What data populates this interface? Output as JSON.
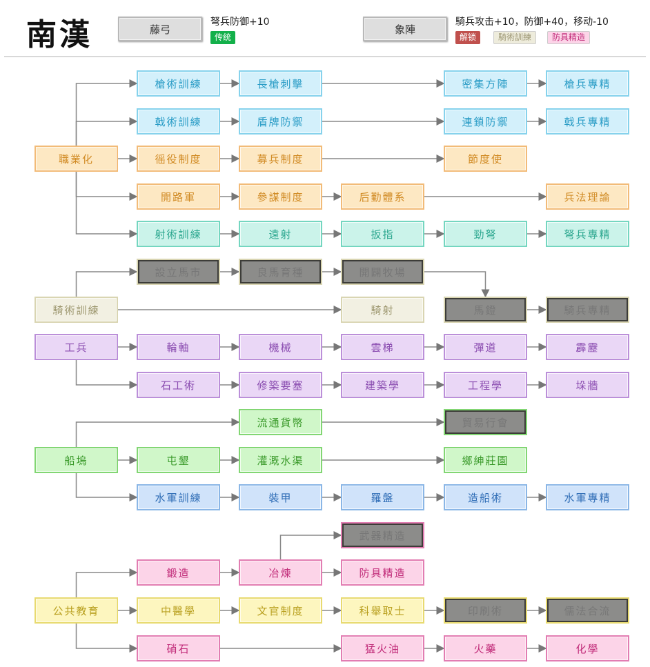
{
  "header": {
    "faction": "南漢",
    "policy1": {
      "label": "藤弓",
      "effect": "弩兵防御+10",
      "tag": "传统"
    },
    "policy2": {
      "label": "象陣",
      "effect": "騎兵攻击+10，防御+40，移动-10",
      "tag": "解锁",
      "req1": "騎術訓練",
      "req2": "防具精造"
    }
  },
  "colors": {
    "blue": {
      "bg": "#d3f0fb",
      "border": "#86d2ec",
      "text": "#2a9cc6"
    },
    "orange": {
      "bg": "#fde8c3",
      "border": "#f2bb78",
      "text": "#d18b25"
    },
    "teal": {
      "bg": "#cbf3ea",
      "border": "#74d6c0",
      "text": "#2aa68e"
    },
    "beige": {
      "bg": "#f2f0e2",
      "border": "#d9d5b2",
      "text": "#9e9870"
    },
    "purple": {
      "bg": "#ead7f6",
      "border": "#bb8fd9",
      "text": "#8a4cb0"
    },
    "green": {
      "bg": "#d0f7c9",
      "border": "#82d673",
      "text": "#3a9a2a"
    },
    "lightblue": {
      "bg": "#d0e3fa",
      "border": "#8ab6e6",
      "text": "#2f6db6"
    },
    "pink": {
      "bg": "#fcd4e8",
      "border": "#e27db2",
      "text": "#c02a78"
    },
    "yellow": {
      "bg": "#fdf6bf",
      "border": "#e8da70",
      "text": "#b9a020"
    }
  },
  "nodes": [
    {
      "label": "槍術訓練",
      "cat": "blue"
    },
    {
      "label": "長槍刺擊",
      "cat": "blue"
    },
    {
      "label": "密集方陣",
      "cat": "blue"
    },
    {
      "label": "槍兵專精",
      "cat": "blue"
    },
    {
      "label": "戟術訓練",
      "cat": "blue"
    },
    {
      "label": "盾牌防禦",
      "cat": "blue"
    },
    {
      "label": "連鎖防禦",
      "cat": "blue"
    },
    {
      "label": "戟兵專精",
      "cat": "blue"
    },
    {
      "label": "職業化",
      "cat": "orange"
    },
    {
      "label": "徭役制度",
      "cat": "orange"
    },
    {
      "label": "募兵制度",
      "cat": "orange"
    },
    {
      "label": "節度使",
      "cat": "orange"
    },
    {
      "label": "開路軍",
      "cat": "orange"
    },
    {
      "label": "參謀制度",
      "cat": "orange"
    },
    {
      "label": "后勤體系",
      "cat": "orange"
    },
    {
      "label": "兵法理論",
      "cat": "orange"
    },
    {
      "label": "射術訓練",
      "cat": "teal"
    },
    {
      "label": "遠射",
      "cat": "teal"
    },
    {
      "label": "扳指",
      "cat": "teal"
    },
    {
      "label": "勁弩",
      "cat": "teal"
    },
    {
      "label": "弩兵專精",
      "cat": "teal"
    },
    {
      "label": "設立馬市",
      "cat": "beige",
      "locked": true
    },
    {
      "label": "良馬育種",
      "cat": "beige",
      "locked": true
    },
    {
      "label": "開闢牧場",
      "cat": "beige",
      "locked": true
    },
    {
      "label": "騎術訓練",
      "cat": "beige"
    },
    {
      "label": "騎射",
      "cat": "beige"
    },
    {
      "label": "馬鐙",
      "cat": "beige",
      "locked": true
    },
    {
      "label": "騎兵專精",
      "cat": "beige",
      "locked": true
    },
    {
      "label": "工兵",
      "cat": "purple"
    },
    {
      "label": "輪軸",
      "cat": "purple"
    },
    {
      "label": "機械",
      "cat": "purple"
    },
    {
      "label": "雲梯",
      "cat": "purple"
    },
    {
      "label": "彈道",
      "cat": "purple"
    },
    {
      "label": "霹靂",
      "cat": "purple"
    },
    {
      "label": "石工術",
      "cat": "purple"
    },
    {
      "label": "修築要塞",
      "cat": "purple"
    },
    {
      "label": "建築學",
      "cat": "purple"
    },
    {
      "label": "工程學",
      "cat": "purple"
    },
    {
      "label": "垛牆",
      "cat": "purple"
    },
    {
      "label": "流通貨幣",
      "cat": "green"
    },
    {
      "label": "貿易行會",
      "cat": "green",
      "locked": true
    },
    {
      "label": "船塢",
      "cat": "green"
    },
    {
      "label": "屯墾",
      "cat": "green"
    },
    {
      "label": "灌溉水渠",
      "cat": "green"
    },
    {
      "label": "鄉紳莊園",
      "cat": "green"
    },
    {
      "label": "水軍訓練",
      "cat": "lightblue"
    },
    {
      "label": "裝甲",
      "cat": "lightblue"
    },
    {
      "label": "羅盤",
      "cat": "lightblue"
    },
    {
      "label": "造船術",
      "cat": "lightblue"
    },
    {
      "label": "水軍專精",
      "cat": "lightblue"
    },
    {
      "label": "武器精造",
      "cat": "pink",
      "locked": true
    },
    {
      "label": "鍛造",
      "cat": "pink"
    },
    {
      "label": "冶煉",
      "cat": "pink"
    },
    {
      "label": "防具精造",
      "cat": "pink"
    },
    {
      "label": "公共教育",
      "cat": "yellow"
    },
    {
      "label": "中醫學",
      "cat": "yellow"
    },
    {
      "label": "文官制度",
      "cat": "yellow"
    },
    {
      "label": "科舉取士",
      "cat": "yellow"
    },
    {
      "label": "印刷術",
      "cat": "yellow",
      "locked": true
    },
    {
      "label": "儒法合流",
      "cat": "yellow",
      "locked": true
    },
    {
      "label": "硝石",
      "cat": "pink"
    },
    {
      "label": "猛火油",
      "cat": "pink"
    },
    {
      "label": "火藥",
      "cat": "pink"
    },
    {
      "label": "化學",
      "cat": "pink"
    }
  ]
}
